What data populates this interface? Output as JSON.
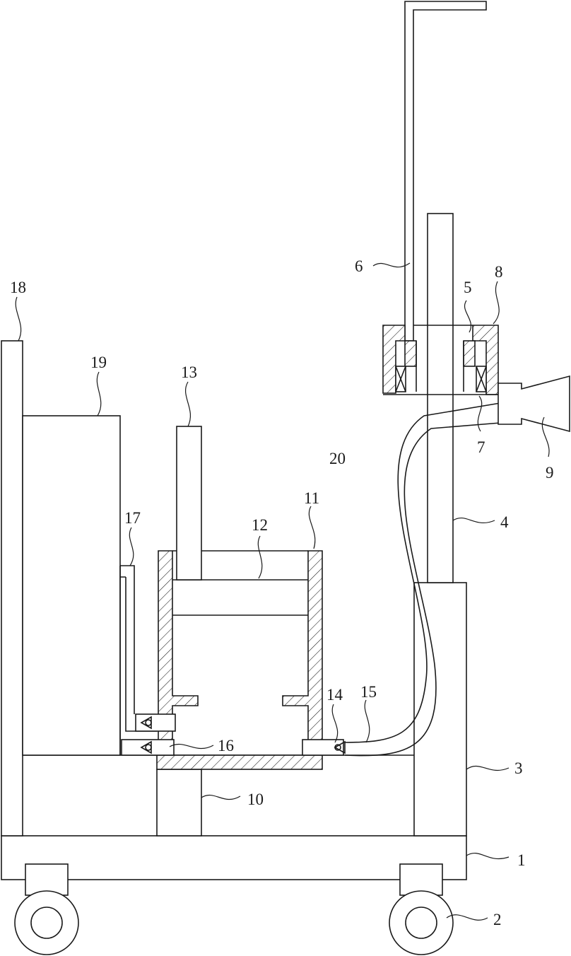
{
  "labels": {
    "l1": "1",
    "l2": "2",
    "l3": "3",
    "l4": "4",
    "l5": "5",
    "l6": "6",
    "l7": "7",
    "l8": "8",
    "l9": "9",
    "l10": "10",
    "l11": "11",
    "l12": "12",
    "l13": "13",
    "l14": "14",
    "l15": "15",
    "l16": "16",
    "l17": "17",
    "l18": "18",
    "l19": "19",
    "l20": "20"
  },
  "colors": {
    "line": "#1a1a1a",
    "background": "#ffffff"
  }
}
